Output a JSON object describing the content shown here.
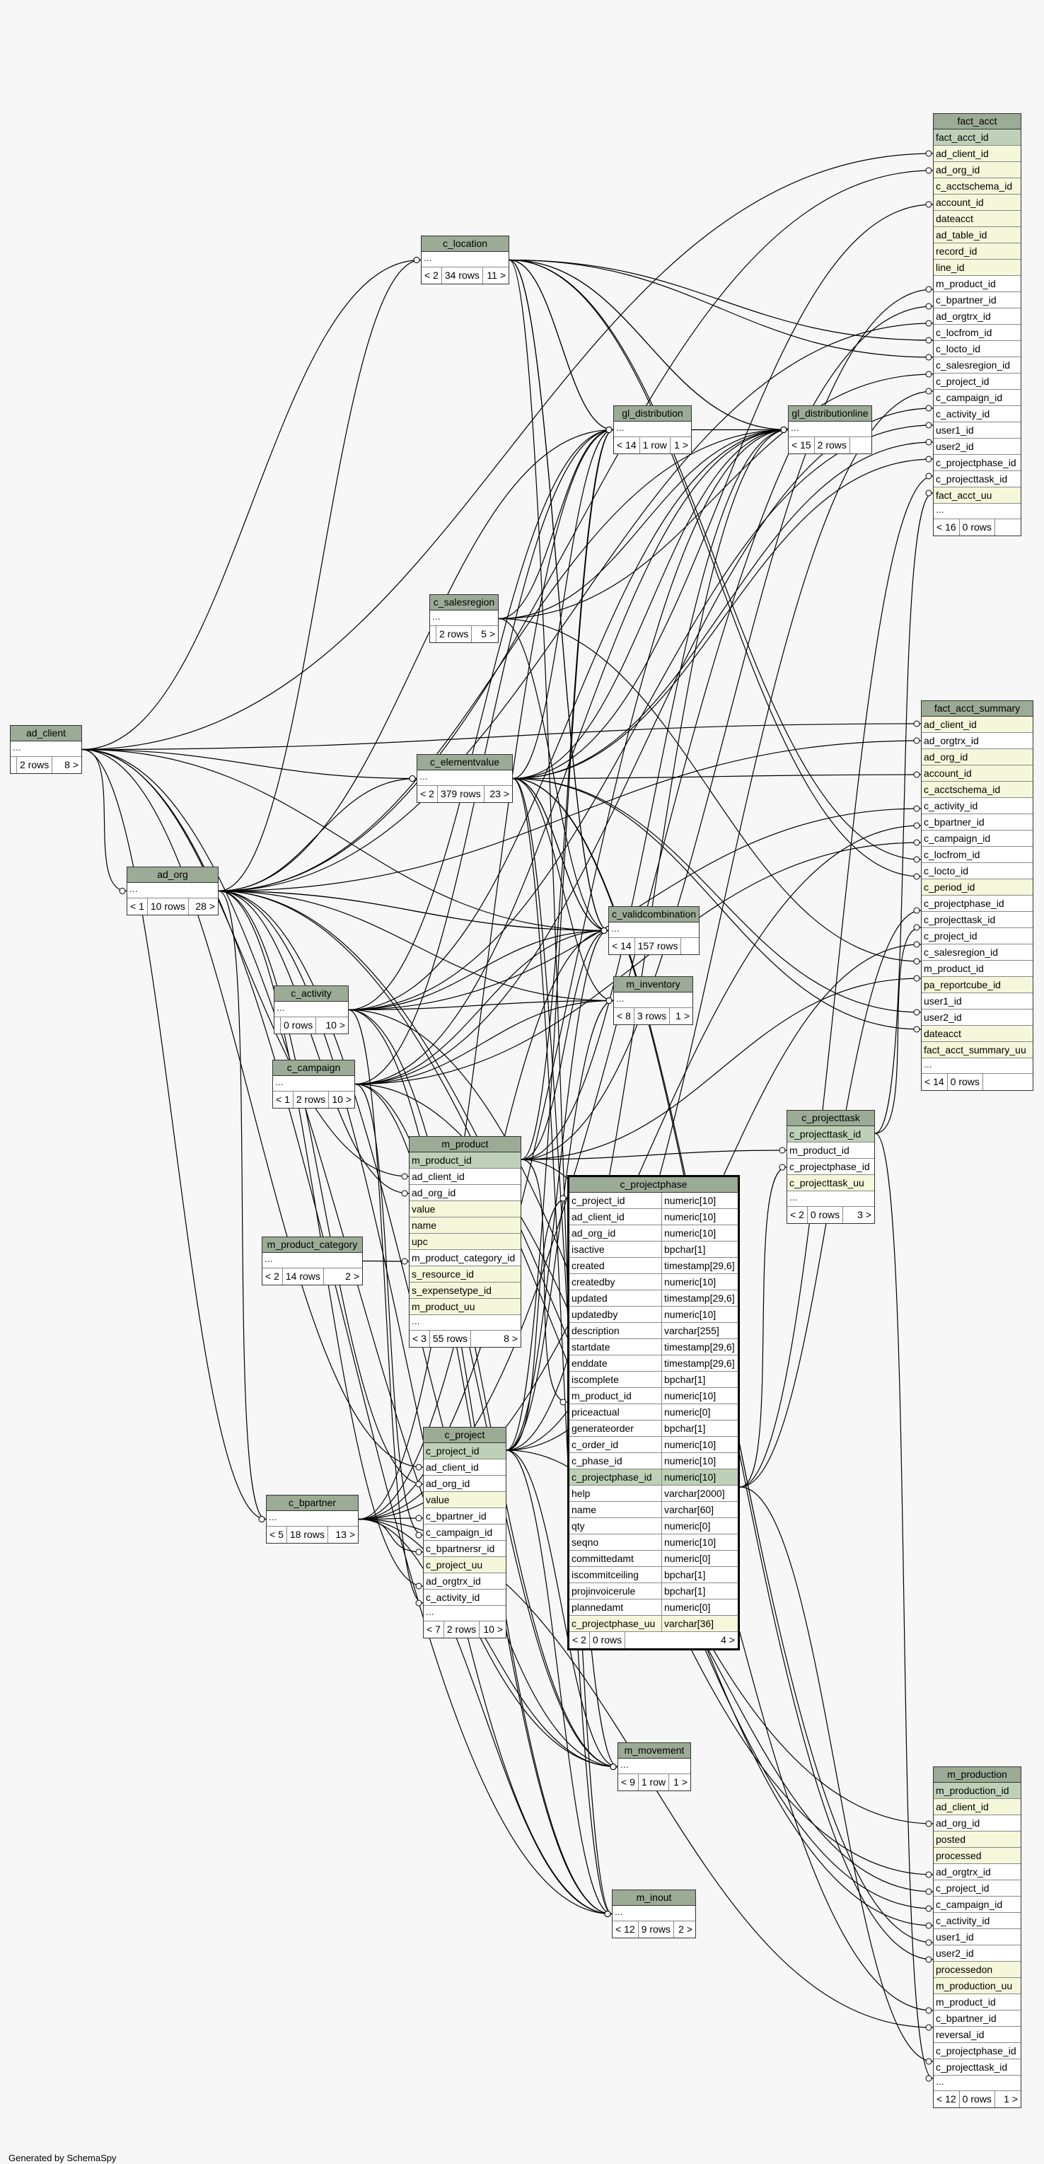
{
  "footer": "Generated by SchemaSpy",
  "tables": {
    "fact_acct": {
      "name": "fact_acct",
      "columns": [
        {
          "n": "fact_acct_id",
          "k": "pk"
        },
        {
          "n": "ad_client_id",
          "k": "fk"
        },
        {
          "n": "ad_org_id",
          "k": "fk"
        },
        {
          "n": "c_acctschema_id",
          "k": "fk"
        },
        {
          "n": "account_id",
          "k": "fk"
        },
        {
          "n": "dateacct",
          "k": "fk"
        },
        {
          "n": "ad_table_id",
          "k": "fk"
        },
        {
          "n": "record_id",
          "k": "fk"
        },
        {
          "n": "line_id",
          "k": "fk"
        },
        {
          "n": "m_product_id",
          "k": "col"
        },
        {
          "n": "c_bpartner_id",
          "k": "col"
        },
        {
          "n": "ad_orgtrx_id",
          "k": "col"
        },
        {
          "n": "c_locfrom_id",
          "k": "col"
        },
        {
          "n": "c_locto_id",
          "k": "col"
        },
        {
          "n": "c_salesregion_id",
          "k": "col"
        },
        {
          "n": "c_project_id",
          "k": "col"
        },
        {
          "n": "c_campaign_id",
          "k": "col"
        },
        {
          "n": "c_activity_id",
          "k": "col"
        },
        {
          "n": "user1_id",
          "k": "col"
        },
        {
          "n": "user2_id",
          "k": "col"
        },
        {
          "n": "c_projectphase_id",
          "k": "col"
        },
        {
          "n": "c_projecttask_id",
          "k": "col"
        },
        {
          "n": "fact_acct_uu",
          "k": "fk"
        }
      ],
      "footer": [
        "< 16",
        "0 rows",
        ""
      ]
    },
    "fact_acct_summary": {
      "name": "fact_acct_summary",
      "columns": [
        {
          "n": "ad_client_id",
          "k": "fk"
        },
        {
          "n": "ad_orgtrx_id",
          "k": "col"
        },
        {
          "n": "ad_org_id",
          "k": "fk"
        },
        {
          "n": "account_id",
          "k": "fk"
        },
        {
          "n": "c_acctschema_id",
          "k": "fk"
        },
        {
          "n": "c_activity_id",
          "k": "col"
        },
        {
          "n": "c_bpartner_id",
          "k": "col"
        },
        {
          "n": "c_campaign_id",
          "k": "col"
        },
        {
          "n": "c_locfrom_id",
          "k": "col"
        },
        {
          "n": "c_locto_id",
          "k": "col"
        },
        {
          "n": "c_period_id",
          "k": "fk"
        },
        {
          "n": "c_projectphase_id",
          "k": "col"
        },
        {
          "n": "c_projecttask_id",
          "k": "col"
        },
        {
          "n": "c_project_id",
          "k": "col"
        },
        {
          "n": "c_salesregion_id",
          "k": "col"
        },
        {
          "n": "m_product_id",
          "k": "col"
        },
        {
          "n": "pa_reportcube_id",
          "k": "fk"
        },
        {
          "n": "user1_id",
          "k": "col"
        },
        {
          "n": "user2_id",
          "k": "col"
        },
        {
          "n": "dateacct",
          "k": "fk"
        },
        {
          "n": "fact_acct_summary_uu",
          "k": "fk"
        }
      ],
      "footer": [
        "< 14",
        "0 rows",
        ""
      ]
    },
    "m_production": {
      "name": "m_production",
      "columns": [
        {
          "n": "m_production_id",
          "k": "pk"
        },
        {
          "n": "ad_client_id",
          "k": "fk"
        },
        {
          "n": "ad_org_id",
          "k": "col"
        },
        {
          "n": "posted",
          "k": "fk"
        },
        {
          "n": "processed",
          "k": "fk"
        },
        {
          "n": "ad_orgtrx_id",
          "k": "col"
        },
        {
          "n": "c_project_id",
          "k": "col"
        },
        {
          "n": "c_campaign_id",
          "k": "col"
        },
        {
          "n": "c_activity_id",
          "k": "col"
        },
        {
          "n": "user1_id",
          "k": "col"
        },
        {
          "n": "user2_id",
          "k": "col"
        },
        {
          "n": "processedon",
          "k": "fk"
        },
        {
          "n": "m_production_uu",
          "k": "fk"
        },
        {
          "n": "m_product_id",
          "k": "col"
        },
        {
          "n": "c_bpartner_id",
          "k": "col"
        },
        {
          "n": "reversal_id",
          "k": "col"
        },
        {
          "n": "c_projectphase_id",
          "k": "col"
        },
        {
          "n": "c_projecttask_id",
          "k": "col"
        }
      ],
      "footer": [
        "< 12",
        "0 rows",
        "1 >"
      ]
    },
    "c_projectphase": {
      "name": "c_projectphase",
      "columns": [
        {
          "n": "c_project_id",
          "t": "numeric[10]",
          "k": "col"
        },
        {
          "n": "ad_client_id",
          "t": "numeric[10]",
          "k": "col"
        },
        {
          "n": "ad_org_id",
          "t": "numeric[10]",
          "k": "col"
        },
        {
          "n": "isactive",
          "t": "bpchar[1]",
          "k": "col"
        },
        {
          "n": "created",
          "t": "timestamp[29,6]",
          "k": "col"
        },
        {
          "n": "createdby",
          "t": "numeric[10]",
          "k": "col"
        },
        {
          "n": "updated",
          "t": "timestamp[29,6]",
          "k": "col"
        },
        {
          "n": "updatedby",
          "t": "numeric[10]",
          "k": "col"
        },
        {
          "n": "description",
          "t": "varchar[255]",
          "k": "col"
        },
        {
          "n": "startdate",
          "t": "timestamp[29,6]",
          "k": "col"
        },
        {
          "n": "enddate",
          "t": "timestamp[29,6]",
          "k": "col"
        },
        {
          "n": "iscomplete",
          "t": "bpchar[1]",
          "k": "col"
        },
        {
          "n": "m_product_id",
          "t": "numeric[10]",
          "k": "col"
        },
        {
          "n": "priceactual",
          "t": "numeric[0]",
          "k": "col"
        },
        {
          "n": "generateorder",
          "t": "bpchar[1]",
          "k": "col"
        },
        {
          "n": "c_order_id",
          "t": "numeric[10]",
          "k": "col"
        },
        {
          "n": "c_phase_id",
          "t": "numeric[10]",
          "k": "col"
        },
        {
          "n": "c_projectphase_id",
          "t": "numeric[10]",
          "k": "pk"
        },
        {
          "n": "help",
          "t": "varchar[2000]",
          "k": "col"
        },
        {
          "n": "name",
          "t": "varchar[60]",
          "k": "col"
        },
        {
          "n": "qty",
          "t": "numeric[0]",
          "k": "col"
        },
        {
          "n": "seqno",
          "t": "numeric[10]",
          "k": "col"
        },
        {
          "n": "committedamt",
          "t": "numeric[0]",
          "k": "col"
        },
        {
          "n": "iscommitceiling",
          "t": "bpchar[1]",
          "k": "col"
        },
        {
          "n": "projinvoicerule",
          "t": "bpchar[1]",
          "k": "col"
        },
        {
          "n": "plannedamt",
          "t": "numeric[0]",
          "k": "col"
        },
        {
          "n": "c_projectphase_uu",
          "t": "varchar[36]",
          "k": "fk"
        }
      ],
      "footer": [
        "< 2",
        "0 rows",
        "4 >"
      ]
    },
    "m_product": {
      "name": "m_product",
      "columns": [
        {
          "n": "m_product_id",
          "k": "pk"
        },
        {
          "n": "ad_client_id",
          "k": "col"
        },
        {
          "n": "ad_org_id",
          "k": "col"
        },
        {
          "n": "value",
          "k": "fk"
        },
        {
          "n": "name",
          "k": "fk"
        },
        {
          "n": "upc",
          "k": "fk"
        },
        {
          "n": "m_product_category_id",
          "k": "col"
        },
        {
          "n": "s_resource_id",
          "k": "fk"
        },
        {
          "n": "s_expensetype_id",
          "k": "fk"
        },
        {
          "n": "m_product_uu",
          "k": "fk"
        }
      ],
      "footer": [
        "< 3",
        "55 rows",
        "8 >"
      ]
    },
    "c_project": {
      "name": "c_project",
      "columns": [
        {
          "n": "c_project_id",
          "k": "pk"
        },
        {
          "n": "ad_client_id",
          "k": "col"
        },
        {
          "n": "ad_org_id",
          "k": "col"
        },
        {
          "n": "value",
          "k": "fk"
        },
        {
          "n": "c_bpartner_id",
          "k": "col"
        },
        {
          "n": "c_campaign_id",
          "k": "col"
        },
        {
          "n": "c_bpartnersr_id",
          "k": "col"
        },
        {
          "n": "c_project_uu",
          "k": "fk"
        },
        {
          "n": "ad_orgtrx_id",
          "k": "col"
        },
        {
          "n": "c_activity_id",
          "k": "col"
        }
      ],
      "footer": [
        "< 7",
        "2 rows",
        "10 >"
      ]
    },
    "c_projecttask": {
      "name": "c_projecttask",
      "columns": [
        {
          "n": "c_projecttask_id",
          "k": "pk"
        },
        {
          "n": "m_product_id",
          "k": "col"
        },
        {
          "n": "c_projectphase_id",
          "k": "col"
        },
        {
          "n": "c_projecttask_uu",
          "k": "fk"
        }
      ],
      "footer": [
        "< 2",
        "0 rows",
        "3 >"
      ]
    },
    "c_location": {
      "name": "c_location",
      "footer": [
        "< 2",
        "34 rows",
        "11 >"
      ]
    },
    "gl_distribution": {
      "name": "gl_distribution",
      "footer": [
        "< 14",
        "1 row",
        "1 >"
      ]
    },
    "gl_distributionline": {
      "name": "gl_distributionline",
      "footer": [
        "< 15",
        "2 rows",
        ""
      ]
    },
    "c_salesregion": {
      "name": "c_salesregion",
      "footer": [
        "",
        "2 rows",
        "5 >"
      ]
    },
    "c_elementvalue": {
      "name": "c_elementvalue",
      "footer": [
        "< 2",
        "379 rows",
        "23 >"
      ]
    },
    "c_validcombination": {
      "name": "c_validcombination",
      "footer": [
        "< 14",
        "157 rows",
        ""
      ]
    },
    "m_inventory": {
      "name": "m_inventory",
      "footer": [
        "< 8",
        "3 rows",
        "1 >"
      ]
    },
    "ad_client": {
      "name": "ad_client",
      "footer": [
        "",
        "2 rows",
        "8 >"
      ]
    },
    "ad_org": {
      "name": "ad_org",
      "footer": [
        "< 1",
        "10 rows",
        "28 >"
      ]
    },
    "c_activity": {
      "name": "c_activity",
      "footer": [
        "",
        "0 rows",
        "10 >"
      ]
    },
    "c_campaign": {
      "name": "c_campaign",
      "footer": [
        "< 1",
        "2 rows",
        "10 >"
      ]
    },
    "m_product_category": {
      "name": "m_product_category",
      "footer": [
        "< 2",
        "14 rows",
        "2 >"
      ]
    },
    "c_bpartner": {
      "name": "c_bpartner",
      "footer": [
        "< 5",
        "18 rows",
        "13 >"
      ]
    },
    "m_movement": {
      "name": "m_movement",
      "footer": [
        "< 9",
        "1 row",
        "1 >"
      ]
    },
    "m_inout": {
      "name": "m_inout",
      "footer": [
        "< 12",
        "9 rows",
        "2 >"
      ]
    }
  }
}
